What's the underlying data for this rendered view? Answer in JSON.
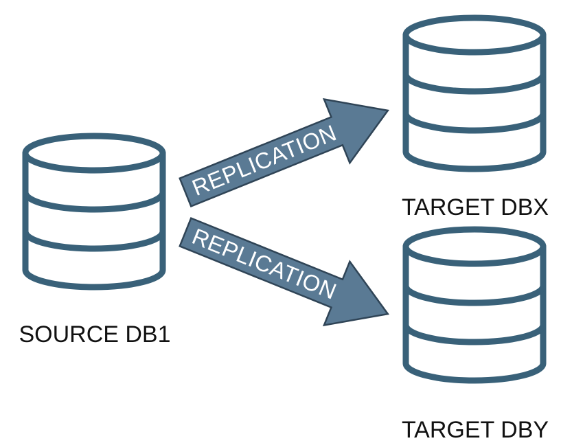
{
  "colors": {
    "database_stroke": "#396179",
    "arrow_fill": "#5a7a94",
    "arrow_stroke": "#2f4456",
    "arrow_text": "#ffffff",
    "label_text": "#111111"
  },
  "nodes": {
    "source": {
      "label": "SOURCE DB1",
      "icon": "database-icon"
    },
    "target_x": {
      "label": "TARGET DBX",
      "icon": "database-icon"
    },
    "target_y": {
      "label": "TARGET DBY",
      "icon": "database-icon"
    }
  },
  "edges": {
    "to_x": {
      "label": "REPLICATION",
      "from": "SOURCE DB1",
      "to": "TARGET DBX"
    },
    "to_y": {
      "label": "REPLICATION",
      "from": "SOURCE DB1",
      "to": "TARGET DBY"
    }
  }
}
